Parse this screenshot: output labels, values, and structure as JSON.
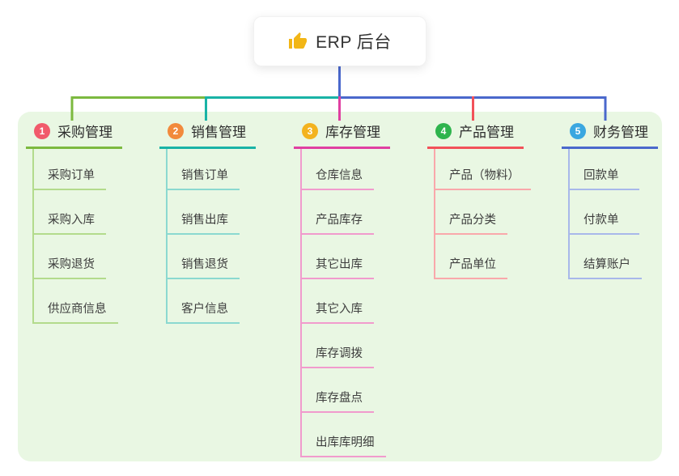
{
  "root": {
    "title": "ERP 后台",
    "icon": "thumbs-up"
  },
  "panel": {
    "background": "#e9f7e3"
  },
  "branches": [
    {
      "index": "1",
      "label": "采购管理",
      "badge_color": "#f15a6b",
      "line_color": "#7cb93f",
      "child_line_color": "#b3db8c",
      "children": [
        "采购订单",
        "采购入库",
        "采购退货",
        "供应商信息"
      ]
    },
    {
      "index": "2",
      "label": "销售管理",
      "badge_color": "#f28a3c",
      "line_color": "#19b3a6",
      "child_line_color": "#8bd9d0",
      "children": [
        "销售订单",
        "销售出库",
        "销售退货",
        "客户信息"
      ]
    },
    {
      "index": "3",
      "label": "库存管理",
      "badge_color": "#f3b31f",
      "line_color": "#e03fa1",
      "child_line_color": "#f19bcd",
      "children": [
        "仓库信息",
        "产品库存",
        "其它出库",
        "其它入库",
        "库存调拨",
        "库存盘点",
        "出库库明细"
      ]
    },
    {
      "index": "4",
      "label": "产品管理",
      "badge_color": "#2eb44d",
      "line_color": "#f25159",
      "child_line_color": "#f9a8ab",
      "children": [
        "产品（物料）",
        "产品分类",
        "产品单位"
      ]
    },
    {
      "index": "5",
      "label": "财务管理",
      "badge_color": "#3aa7e0",
      "line_color": "#4a68cc",
      "child_line_color": "#a8b8ea",
      "children": [
        "回款单",
        "付款单",
        "结算账户"
      ]
    }
  ]
}
